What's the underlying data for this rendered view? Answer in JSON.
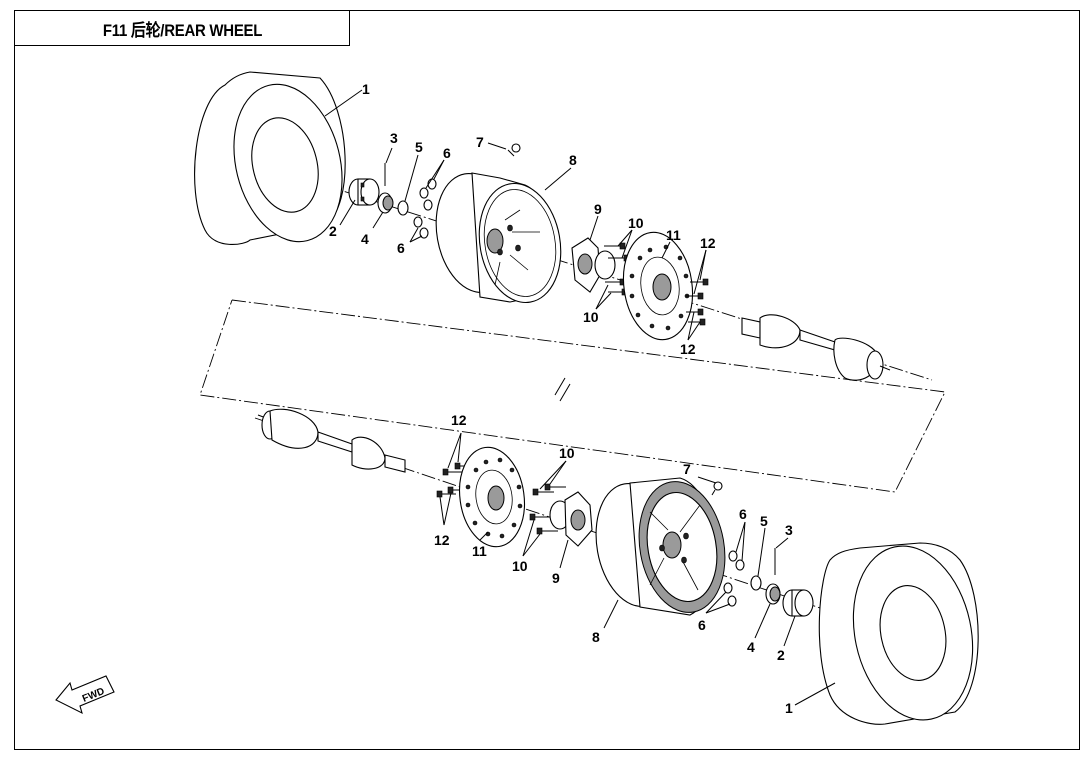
{
  "title": "F11 后轮/REAR WHEEL",
  "fwd_badge": "FWD",
  "labels_top": {
    "l1": "1",
    "l2": "2",
    "l3": "3",
    "l4": "4",
    "l5": "5",
    "l6a": "6",
    "l6b": "6",
    "l7": "7",
    "l8": "8",
    "l9": "9",
    "l10a": "10",
    "l10b": "10",
    "l11": "11",
    "l12a": "12",
    "l12b": "12"
  },
  "labels_bottom": {
    "l1": "1",
    "l2": "2",
    "l3": "3",
    "l4": "4",
    "l5": "5",
    "l6a": "6",
    "l6b": "6",
    "l7": "7",
    "l8": "8",
    "l9": "9",
    "l10a": "10",
    "l10b": "10",
    "l11": "11",
    "l12a": "12",
    "l12b": "12"
  }
}
